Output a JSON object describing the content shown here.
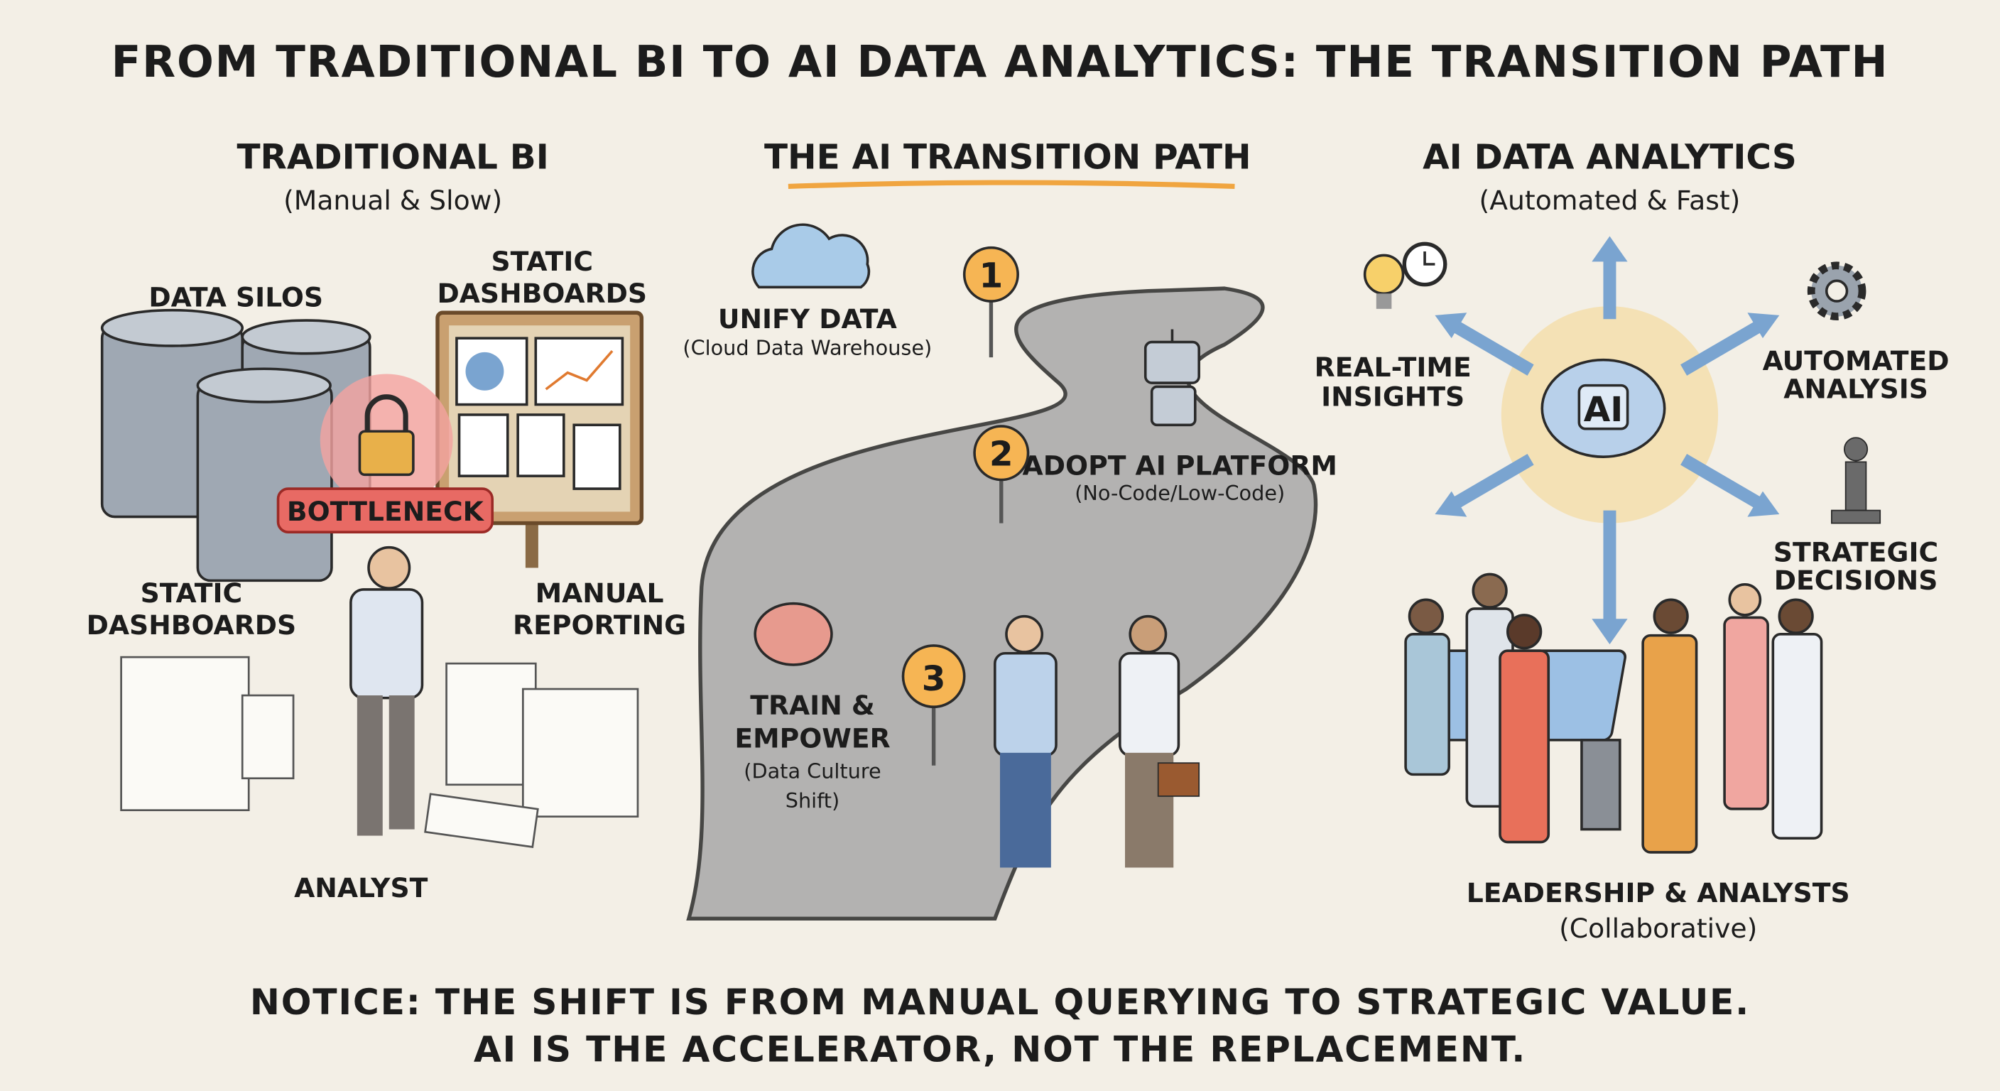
{
  "title": "FROM TRADITIONAL BI TO AI DATA ANALYTICS: THE TRANSITION PATH",
  "left": {
    "heading": "TRADITIONAL BI",
    "subheading": "(Manual & Slow)",
    "labels": {
      "data_silos": "DATA SILOS",
      "static_dashboards_board_1": "STATIC",
      "static_dashboards_board_2": "DASHBOARDS",
      "bottleneck": "BOTTLENECK",
      "static_dashboards_1": "STATIC",
      "static_dashboards_2": "DASHBOARDS",
      "manual_reporting_1": "MANUAL",
      "manual_reporting_2": "REPORTING",
      "analyst": "ANALYST"
    },
    "icons": [
      "barrel-icon",
      "lock-icon",
      "dashboard-board-icon",
      "paper-stack-icon",
      "analyst-figure"
    ]
  },
  "middle": {
    "heading": "THE AI TRANSITION PATH",
    "accent_color": "#f0a540",
    "steps": [
      {
        "number": "1",
        "title": "UNIFY DATA",
        "detail": "(Cloud Data Warehouse)",
        "icon": "cloud-icon"
      },
      {
        "number": "2",
        "title": "ADOPT AI PLATFORM",
        "detail": "(No-Code/Low-Code)",
        "icon": "robot-icon"
      },
      {
        "number": "3",
        "title_1": "TRAIN &",
        "title_2": "EMPOWER",
        "detail_1": "(Data Culture",
        "detail_2": "Shift)",
        "icon": "brain-icon"
      }
    ]
  },
  "right": {
    "heading": "AI DATA ANALYTICS",
    "subheading": "(Automated & Fast)",
    "center_label": "AI",
    "labels": {
      "real_time_1": "REAL-TIME",
      "real_time_2": "INSIGHTS",
      "automated_1": "AUTOMATED",
      "automated_2": "ANALYSIS",
      "strategic_1": "STRATEGIC",
      "strategic_2": "DECISIONS",
      "team": "LEADERSHIP & ANALYSTS",
      "team_sub": "(Collaborative)"
    },
    "icons": [
      "lightbulb-icon",
      "clock-icon",
      "gear-icon",
      "chess-king-icon",
      "brain-icon"
    ]
  },
  "notice": {
    "line_1": "NOTICE: THE SHIFT IS FROM MANUAL QUERYING TO STRATEGIC VALUE.",
    "line_2": "AI IS THE ACCELERATOR, NOT THE REPLACEMENT."
  },
  "colors": {
    "background": "#f3efe6",
    "sign": "#f6b554",
    "bottleneck": "#e86a64",
    "cloud": "#a9cbe8",
    "arrow": "#7aa4d0",
    "glow": "#f7c85a"
  }
}
